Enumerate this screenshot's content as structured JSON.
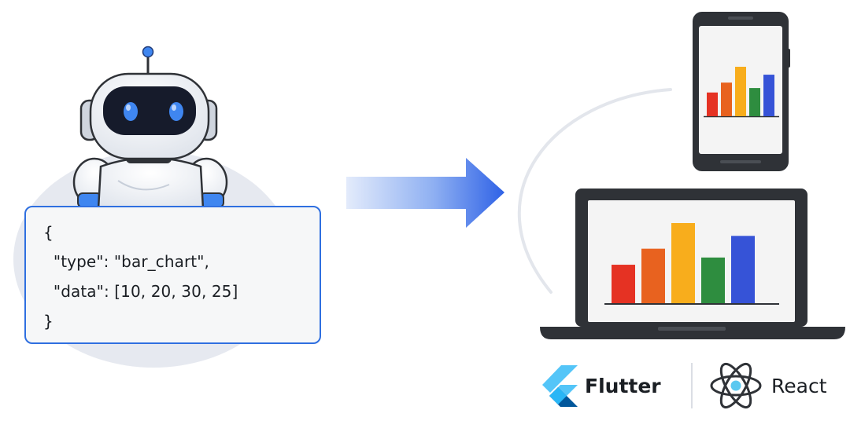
{
  "code": {
    "lines": [
      "{",
      "  \"type\": \"bar_chart\",",
      "  \"data\": [10, 20, 30, 25]",
      "}"
    ]
  },
  "brands": {
    "flutter": "Flutter",
    "react": "React"
  },
  "chart_bars": {
    "values": [
      10,
      20,
      30,
      25
    ],
    "colors": [
      "#e53223",
      "#e8621f",
      "#f8ad1c",
      "#2e8d3f",
      "#3653d7"
    ]
  },
  "colors": {
    "accent_blue": "#2f6fe0",
    "robot_visor": "#161b2b",
    "robot_eyes": "#3f86f0",
    "device_frame": "#2f3237",
    "arrow_start": "#e3ebfb",
    "arrow_end": "#2f62e6"
  }
}
